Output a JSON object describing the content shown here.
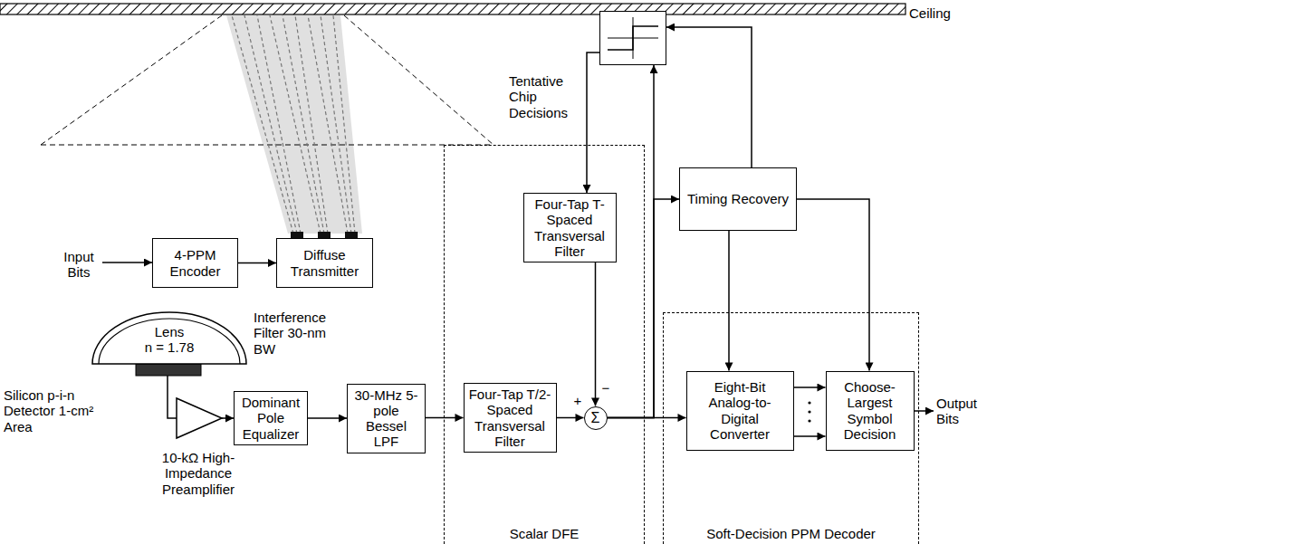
{
  "diagram": {
    "nodes": [
      {
        "text": [
          "4-PPM Encoder"
        ]
      },
      {
        "text": [
          "Diffuse Transmitter"
        ]
      },
      {
        "text": [
          "Lens",
          "n = 1.78"
        ]
      },
      {
        "text": [
          "Dominant Pole Equalizer"
        ]
      },
      {
        "text": [
          "30-MHz 5-pole Bessel LPF"
        ]
      },
      {
        "text": [
          "Scalar DFE"
        ]
      },
      {
        "text": [
          "Four-Tap T/2-Spaced Transversal Filter"
        ],
        "in": 5
      },
      {
        "text": [
          "Tentative Chip Decisions"
        ]
      },
      {
        "text": [
          "Four-Tap T-Spaced Transversal Filter"
        ],
        "in": 5
      },
      {
        "text": [
          "Σ"
        ],
        "in": 5
      },
      {
        "text": [
          "Timing Recovery"
        ]
      },
      {
        "text": [
          "Soft-Decision PPM Decoder"
        ]
      },
      {
        "text": [
          "Eight-Bit Analog-to-Digital Converter"
        ],
        "in": 11
      },
      {
        "text": [
          "Choose-Largest Symbol Decision"
        ],
        "in": 11
      }
    ],
    "edges": [
      {
        "from": 0,
        "to": 1,
        "arrow": "to"
      },
      {
        "from": 2,
        "to": 3,
        "arrow": "to"
      },
      {
        "from": 3,
        "to": 4,
        "arrow": "to"
      },
      {
        "from": 4,
        "to": 6,
        "arrow": "to"
      },
      {
        "from": 6,
        "to": 9,
        "arrow": "to"
      },
      {
        "from": 8,
        "to": 9,
        "arrow": "to"
      },
      {
        "from": 7,
        "to": 8,
        "arrow": "to"
      },
      {
        "from": 9,
        "to": 7,
        "arrow": "to"
      },
      {
        "from": 9,
        "to": 10,
        "arrow": "to"
      },
      {
        "from": 9,
        "to": 12,
        "arrow": "to"
      },
      {
        "from": 10,
        "to": 7,
        "arrow": "to"
      },
      {
        "from": 10,
        "to": 12,
        "arrow": "to"
      },
      {
        "from": 10,
        "to": 13,
        "arrow": "to"
      },
      {
        "from": 12,
        "to": 13,
        "arrow": "to"
      },
      {
        "from": 12,
        "to": 13,
        "arrow": "to"
      }
    ],
    "labels": [
      "Ceiling",
      "Input Bits",
      "Interference Filter 30-nm BW",
      "Silicon p-i-n Detector 1-cm² Area",
      "10-kΩ High-Impedance Preamplifier",
      "+",
      "−",
      "Output Bits"
    ]
  }
}
